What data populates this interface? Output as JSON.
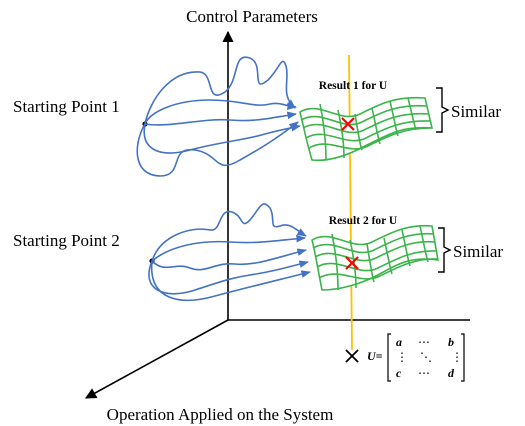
{
  "axes": {
    "vertical_label": "Control Parameters",
    "horizontal_label": "Operation Applied on the System"
  },
  "starting_points": [
    {
      "label": "Starting Point 1"
    },
    {
      "label": "Starting Point 2"
    }
  ],
  "results": [
    {
      "label": "Result 1 for U",
      "bracket_label": "Similar"
    },
    {
      "label": "Result 2 for U",
      "bracket_label": "Similar"
    }
  ],
  "matrix": {
    "lhs": "U=",
    "cells": [
      [
        "a",
        "⋯",
        "b"
      ],
      [
        "⋮",
        "⋱",
        "⋮"
      ],
      [
        "c",
        "⋯",
        "d"
      ]
    ]
  },
  "colors": {
    "axis": "#000000",
    "path": "#4472c4",
    "surface": "#3cb44b",
    "marker": "#ff0000",
    "line": "#ffc000"
  }
}
